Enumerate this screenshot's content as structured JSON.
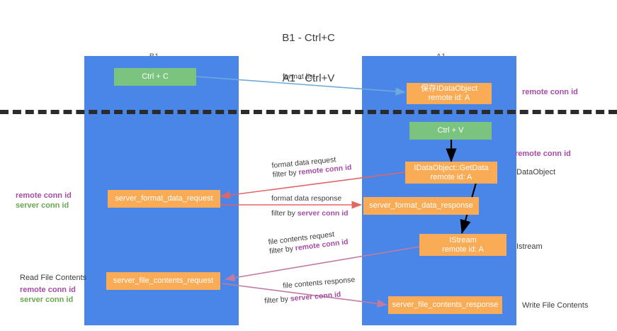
{
  "title": {
    "line1": "B1 - Ctrl+C",
    "line2": "A1 - Ctrl+V"
  },
  "columns": [
    {
      "name": "B1",
      "role": "connection"
    },
    {
      "name": "A1",
      "role": "remote"
    }
  ],
  "colors": {
    "lane": "#4a86e8",
    "node_green": "#7bc47f",
    "node_orange": "#f9ab55",
    "accent_purple": "#a64ca6",
    "accent_green": "#6aa84f",
    "arrow_red": "#e06666",
    "arrow_blue": "#6fa8dc",
    "arrow_magenta": "#c27ba0",
    "arrow_black": "#000000",
    "divider": "#2b2b2b",
    "text": "#3c3c3c",
    "background": "#ffffff"
  },
  "nodes": {
    "ctrl_c": {
      "label": "Ctrl + C"
    },
    "ctrl_v": {
      "label": "Ctrl + V"
    },
    "set_data_object": {
      "line1": "保存IDataObject",
      "line2": "remote id: A"
    },
    "get_data": {
      "line1": "IDataObject::GetData",
      "line2": "remote id: A"
    },
    "istream": {
      "line1": "IStream",
      "line2": "remote id: A"
    },
    "server_format_data_request": {
      "label": "server_format_data_request"
    },
    "server_format_data_response": {
      "label": "server_format_data_response"
    },
    "server_file_contents_request": {
      "label": "server_file_contents_request"
    },
    "server_file_contents_response": {
      "label": "server_file_contents_response"
    }
  },
  "edges": {
    "format_list": {
      "label": "format list"
    },
    "format_data_request": {
      "line1": "format data request",
      "prefix": "filter by ",
      "key": "remote conn id"
    },
    "format_data_response": {
      "line1": "format data response",
      "prefix": "filter by ",
      "key": "server conn id"
    },
    "file_contents_request": {
      "line1": "file contents request",
      "prefix": "filter by ",
      "key": "remote conn id"
    },
    "file_contents_response": {
      "line1": "file contents response",
      "prefix": "filter by ",
      "key": "server conn id"
    }
  },
  "annotations": {
    "right_top_conn": "remote conn id",
    "right_mid_conn": "remote conn id",
    "right_data_object": "DataObject",
    "right_istream": "Istream",
    "right_write_file": "Write File Contents",
    "left_remote_conn": "remote conn id",
    "left_server_conn": "server conn id",
    "left_read_file": "Read File Contents",
    "left_read_remote_conn": "remote conn id",
    "left_read_server_conn": "server conn id"
  }
}
